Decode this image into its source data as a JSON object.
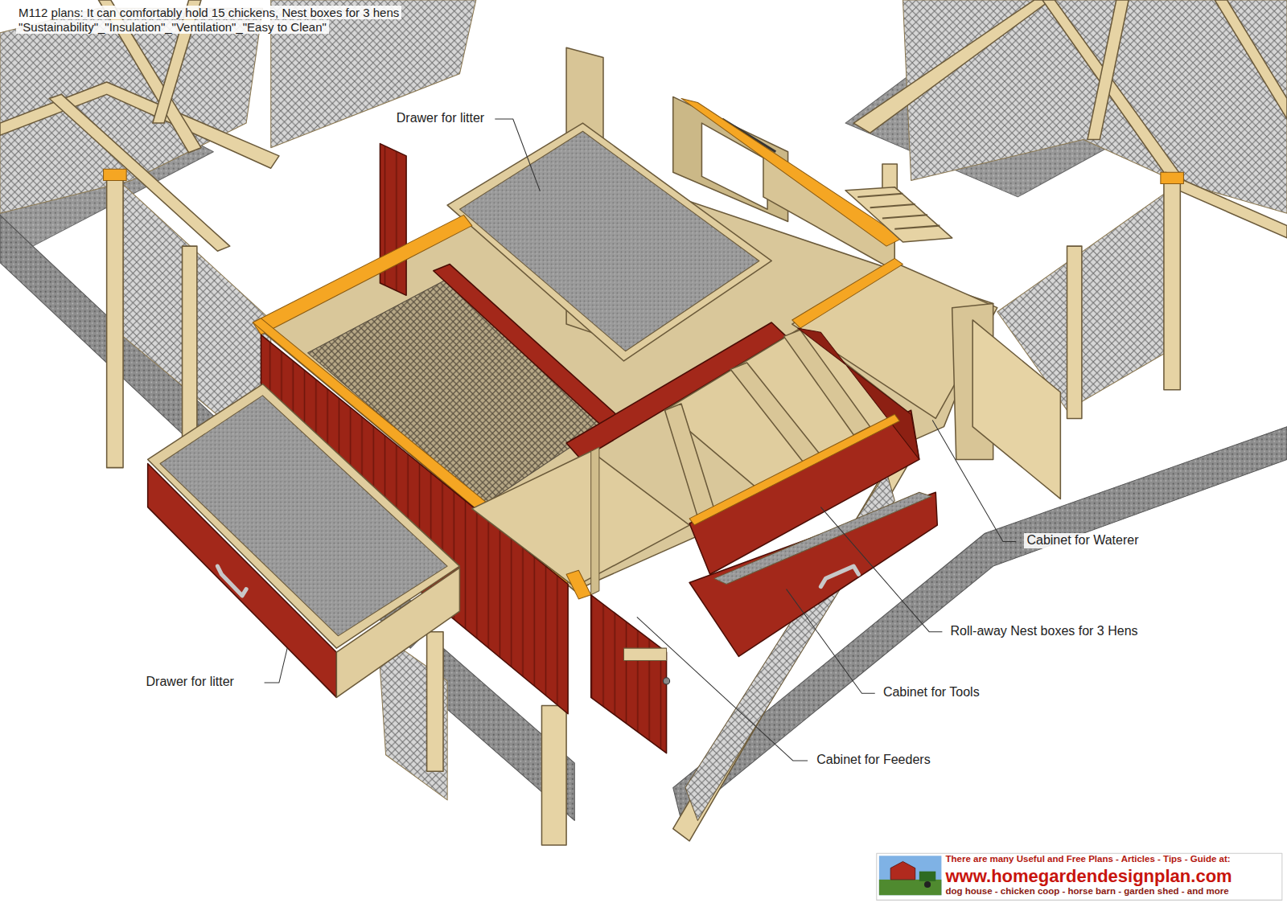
{
  "diagram": {
    "labels": [
      "M112 plans: It can comfortably hold 15 chickens, Nest boxes for 3 hens",
      "\"Sustainability\"_\"Insulation\"_\"Ventilation\"_\"Easy to Clean\"",
      "Drawer for litter",
      "Drawer for litter",
      "Cabinet for Waterer",
      "Roll-away Nest boxes for 3 Hens",
      "Cabinet for Tools",
      "Cabinet for Feeders",
      "There are many Useful and Free Plans - Articles - Tips - Guide at:",
      "www.homegardendesignplan.com",
      "dog house - chicken coop - horse barn - garden shed - and more"
    ]
  }
}
